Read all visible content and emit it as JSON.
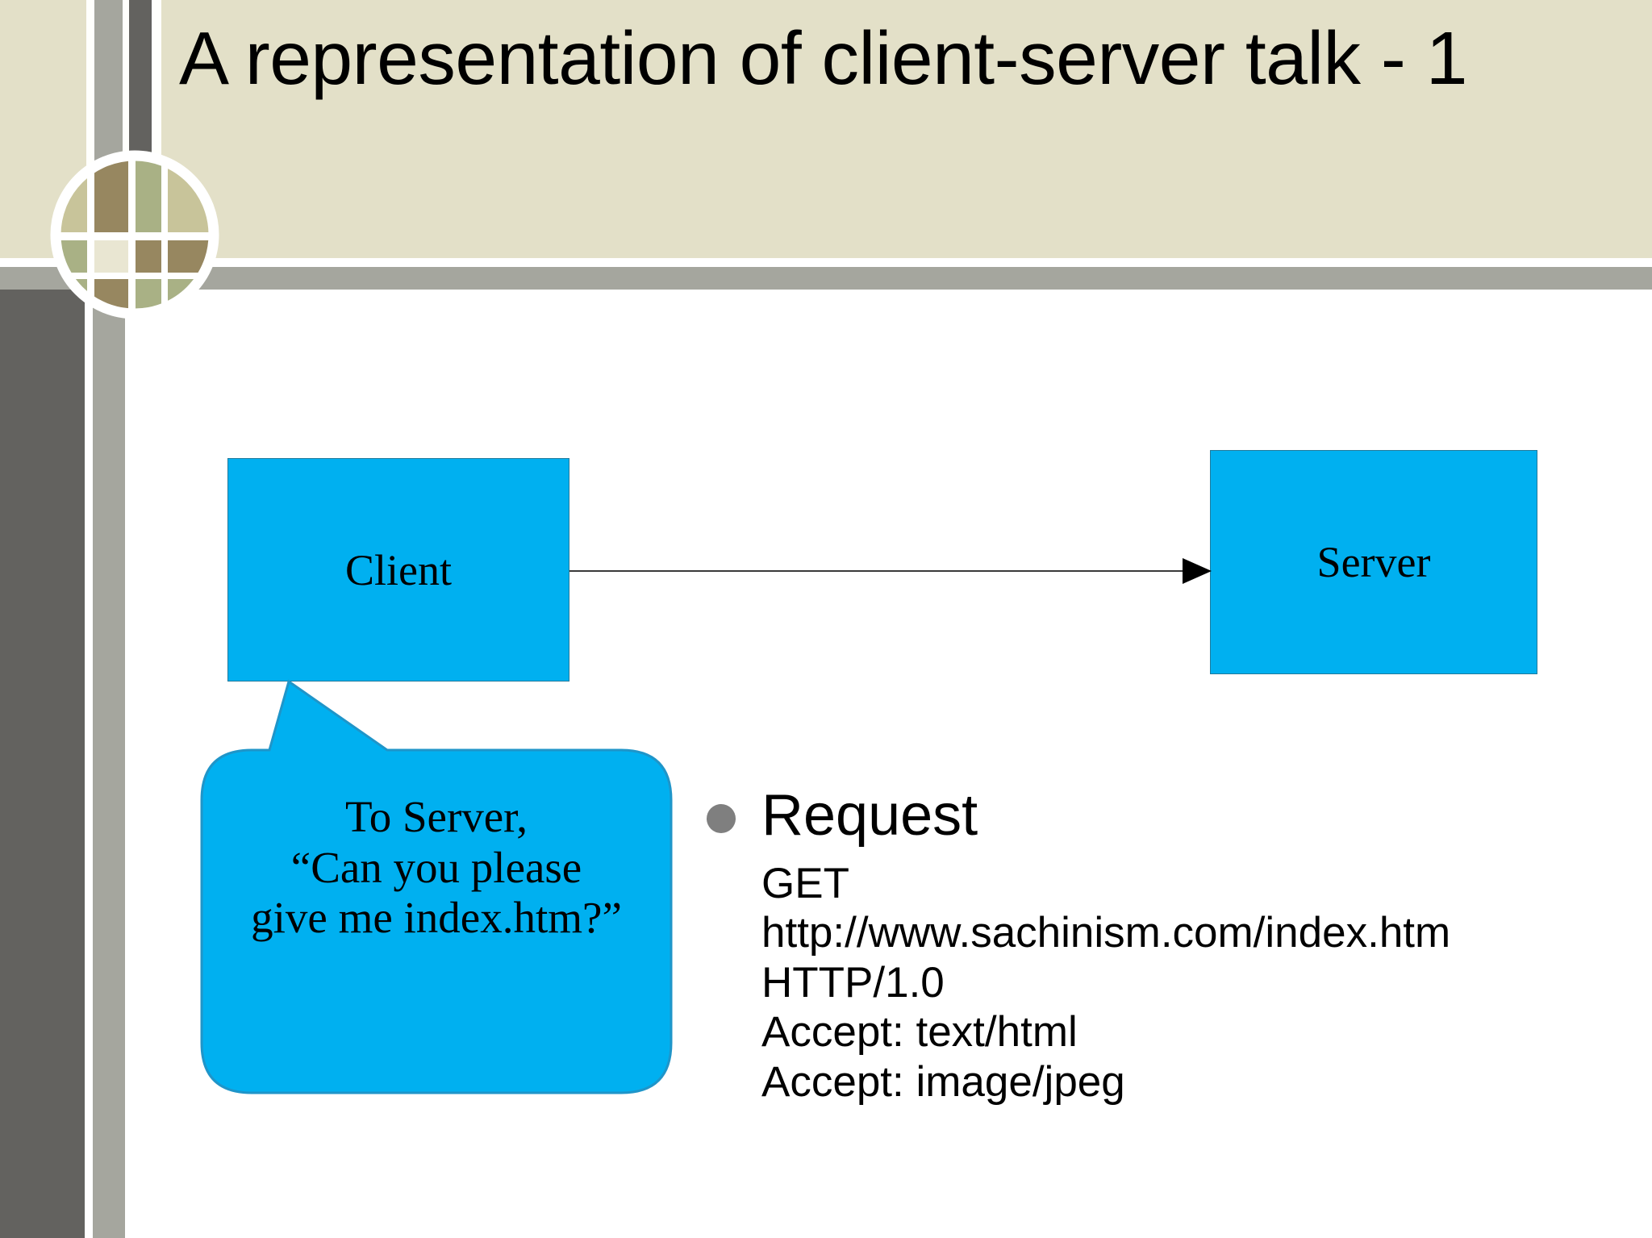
{
  "slide": {
    "title": "A representation of client-server talk - 1",
    "theme": {
      "header_bg": "#e3e0c8",
      "band_gray": "#a5a69e",
      "band_dark": "#63625f",
      "node_fill": "#00b0f0",
      "node_stroke": "#1f7a9c",
      "bullet_color": "#7f7f7f",
      "ornament_olive": "#a9b185",
      "ornament_khaki": "#c8c49a",
      "ornament_brown": "#978košt"
    }
  },
  "diagram": {
    "client_label": "Client",
    "server_label": "Server",
    "arrow_direction": "client-to-server",
    "bubble_lines": [
      "To Server,",
      "“Can you please",
      "give me index.htm?”"
    ]
  },
  "bullets": [
    {
      "heading": "Request",
      "detail_lines": [
        "GET",
        "http://www.sachinism.com/index.htm",
        "HTTP/1.0",
        "Accept: text/html",
        "Accept: image/jpeg"
      ]
    }
  ]
}
